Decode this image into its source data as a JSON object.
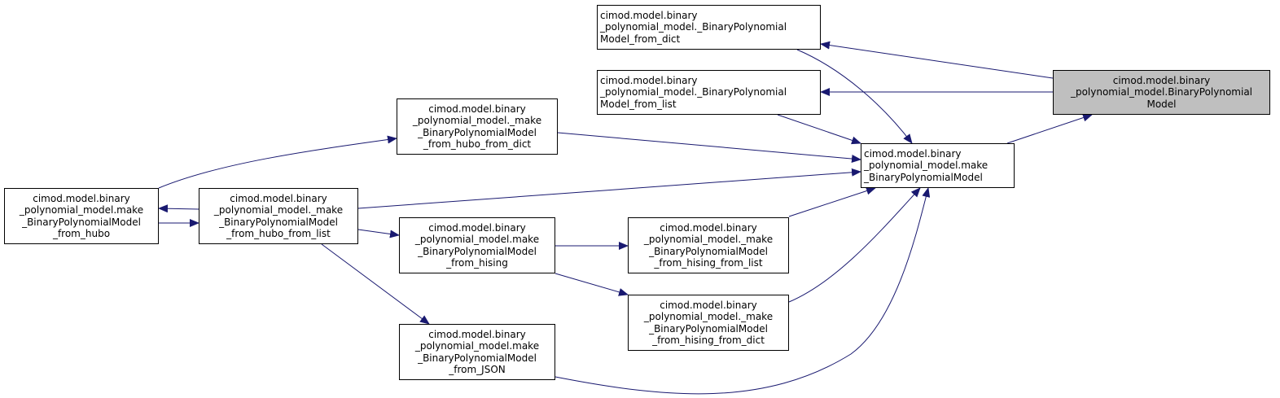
{
  "diagram": {
    "edge_color": "#191970",
    "nodes": [
      {
        "id": "BinaryPolynomialModel",
        "lines": [
          "cimod.model.binary",
          "_polynomial_model.BinaryPolynomial",
          "Model"
        ],
        "highlighted": true
      },
      {
        "id": "_BinaryPolynomialModel_from_dict",
        "lines": [
          "cimod.model.binary",
          "_polynomial_model._BinaryPolynomial",
          "Model_from_dict"
        ]
      },
      {
        "id": "_BinaryPolynomialModel_from_list",
        "lines": [
          "cimod.model.binary",
          "_polynomial_model._BinaryPolynomial",
          "Model_from_list"
        ]
      },
      {
        "id": "make_BinaryPolynomialModel",
        "lines": [
          "cimod.model.binary",
          "_polynomial_model.make",
          "_BinaryPolynomialModel"
        ]
      },
      {
        "id": "_make_BinaryPolynomialModel_from_hubo_from_dict",
        "lines": [
          "cimod.model.binary",
          "_polynomial_model._make",
          "_BinaryPolynomialModel",
          "_from_hubo_from_dict"
        ]
      },
      {
        "id": "make_BinaryPolynomialModel_from_hubo",
        "lines": [
          "cimod.model.binary",
          "_polynomial_model.make",
          "_BinaryPolynomialModel",
          "_from_hubo"
        ]
      },
      {
        "id": "_make_BinaryPolynomialModel_from_hubo_from_list",
        "lines": [
          "cimod.model.binary",
          "_polynomial_model._make",
          "_BinaryPolynomialModel",
          "_from_hubo_from_list"
        ]
      },
      {
        "id": "make_BinaryPolynomialModel_from_hising",
        "lines": [
          "cimod.model.binary",
          "_polynomial_model.make",
          "_BinaryPolynomialModel",
          "_from_hising"
        ]
      },
      {
        "id": "_make_BinaryPolynomialModel_from_hising_from_list",
        "lines": [
          "cimod.model.binary",
          "_polynomial_model._make",
          "_BinaryPolynomialModel",
          "_from_hising_from_list"
        ]
      },
      {
        "id": "_make_BinaryPolynomialModel_from_hising_from_dict",
        "lines": [
          "cimod.model.binary",
          "_polynomial_model._make",
          "_BinaryPolynomialModel",
          "_from_hising_from_dict"
        ]
      },
      {
        "id": "make_BinaryPolynomialModel_from_JSON",
        "lines": [
          "cimod.model.binary",
          "_polynomial_model.make",
          "_BinaryPolynomialModel",
          "_from_JSON"
        ]
      }
    ],
    "edges": [
      {
        "from": "BinaryPolynomialModel",
        "to": "_BinaryPolynomialModel_from_dict"
      },
      {
        "from": "BinaryPolynomialModel",
        "to": "_BinaryPolynomialModel_from_list"
      },
      {
        "from": "make_BinaryPolynomialModel",
        "to": "BinaryPolynomialModel"
      },
      {
        "from": "_BinaryPolynomialModel_from_dict",
        "to": "make_BinaryPolynomialModel"
      },
      {
        "from": "_BinaryPolynomialModel_from_list",
        "to": "make_BinaryPolynomialModel"
      },
      {
        "from": "_make_BinaryPolynomialModel_from_hubo_from_dict",
        "to": "make_BinaryPolynomialModel"
      },
      {
        "from": "_make_BinaryPolynomialModel_from_hubo_from_list",
        "to": "make_BinaryPolynomialModel"
      },
      {
        "from": "_make_BinaryPolynomialModel_from_hising_from_list",
        "to": "make_BinaryPolynomialModel"
      },
      {
        "from": "_make_BinaryPolynomialModel_from_hising_from_dict",
        "to": "make_BinaryPolynomialModel"
      },
      {
        "from": "make_BinaryPolynomialModel_from_JSON",
        "to": "make_BinaryPolynomialModel"
      },
      {
        "from": "make_BinaryPolynomialModel_from_hubo",
        "to": "_make_BinaryPolynomialModel_from_hubo_from_dict"
      },
      {
        "from": "make_BinaryPolynomialModel_from_hubo",
        "to": "_make_BinaryPolynomialModel_from_hubo_from_list"
      },
      {
        "from": "_make_BinaryPolynomialModel_from_hubo_from_list",
        "to": "make_BinaryPolynomialModel_from_hubo"
      },
      {
        "from": "_make_BinaryPolynomialModel_from_hubo_from_list",
        "to": "make_BinaryPolynomialModel_from_hising"
      },
      {
        "from": "_make_BinaryPolynomialModel_from_hubo_from_list",
        "to": "make_BinaryPolynomialModel_from_JSON"
      },
      {
        "from": "make_BinaryPolynomialModel_from_hising",
        "to": "_make_BinaryPolynomialModel_from_hising_from_list"
      },
      {
        "from": "make_BinaryPolynomialModel_from_hising",
        "to": "_make_BinaryPolynomialModel_from_hising_from_dict"
      }
    ]
  }
}
